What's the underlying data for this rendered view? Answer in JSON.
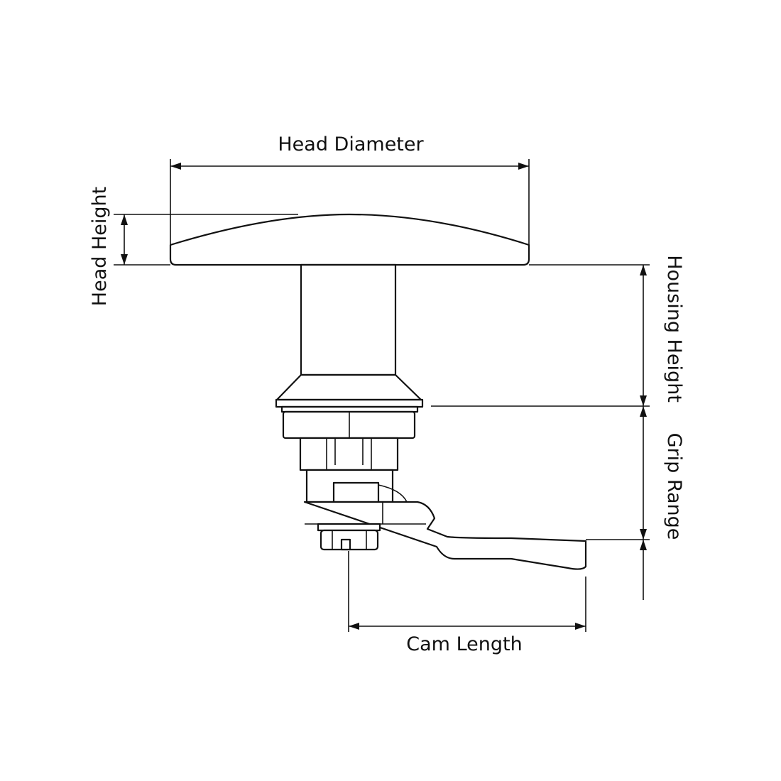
{
  "title": "Cam lock dimension diagram",
  "labels": {
    "head_diameter": "Head Diameter",
    "head_height": "Head Height",
    "housing_height": "Housing Height",
    "grip_range": "Grip Range",
    "cam_length": "Cam Length"
  }
}
